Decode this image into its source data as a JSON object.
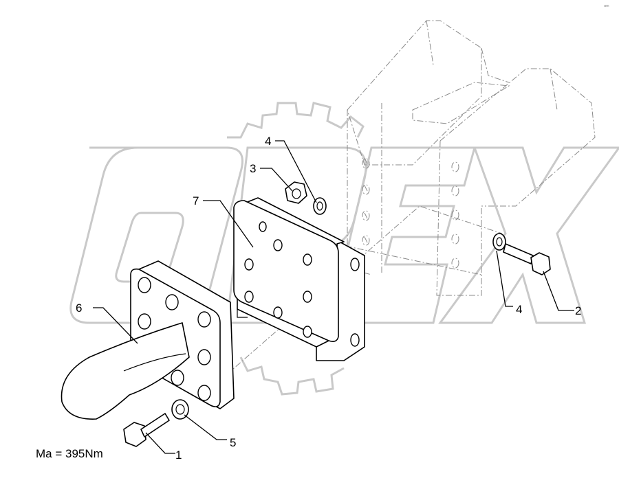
{
  "labels": {
    "p1": "1",
    "p2": "2",
    "p3": "3",
    "p4a": "4",
    "p4b": "4",
    "p5": "5",
    "p6": "6",
    "p7": "7"
  },
  "torque": "Ma = 395Nm",
  "watermark": "OPEX",
  "corner_mark": "ᵅᵐ"
}
